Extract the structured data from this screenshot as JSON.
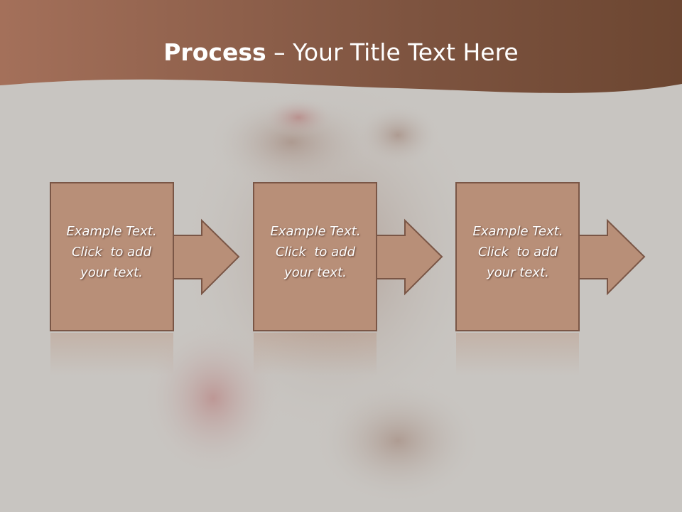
{
  "title": {
    "bold": "Process",
    "dash": " – ",
    "rest": "Your Title Text Here"
  },
  "steps": [
    {
      "line1": "Example Text.",
      "line2": "Click  to add",
      "line3": "your text."
    },
    {
      "line1": "Example Text.",
      "line2": "Click  to add",
      "line3": "your text."
    },
    {
      "line1": "Example Text.",
      "line2": "Click  to add",
      "line3": "your text."
    }
  ],
  "colors": {
    "header_gradient_start": "#a06a52",
    "header_gradient_end": "#6e4a33",
    "background": "#c8c5c1",
    "box_fill": "#b88f78",
    "box_stroke": "#7a5646"
  }
}
